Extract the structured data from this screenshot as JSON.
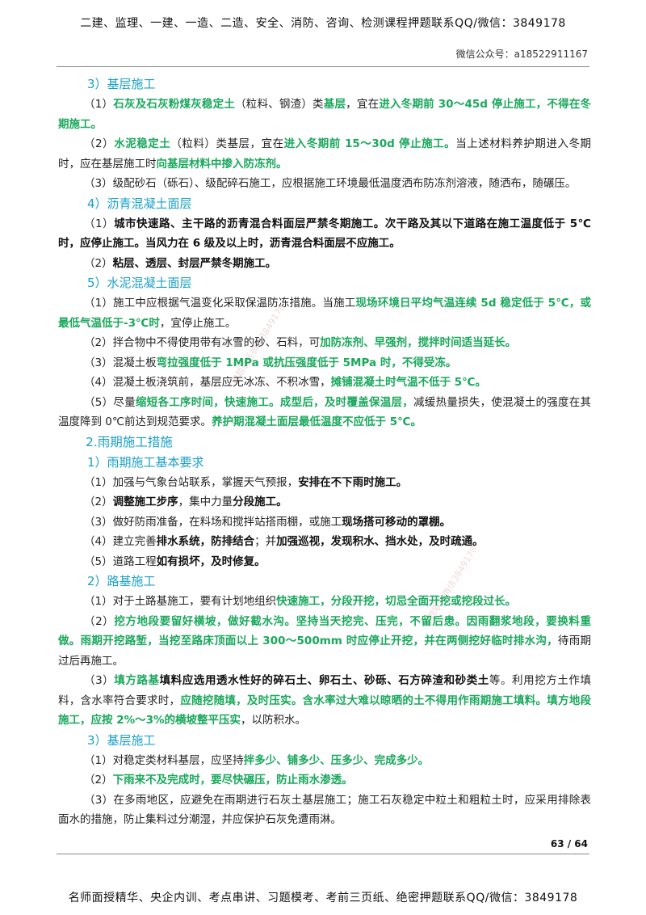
{
  "header": {
    "banner": "二建、监理、一建、一造、二造、安全、消防、咨询、检测课程押题联系QQ/微信：3849178",
    "wechat": "微信公众号：a18522911167"
  },
  "footer": {
    "page_number": "63 / 64",
    "banner": "名师面授精华、央企内训、考点串讲、习题模考、考前三页纸、绝密押题联系QQ/微信：3849178"
  },
  "watermarks": [
    {
      "text": "押题联系微信3849178"
    },
    {
      "text": "押题联系微信3849178"
    }
  ],
  "content": [
    {
      "kind": "sub",
      "text": "3）基层施工"
    },
    {
      "kind": "para",
      "runs": [
        {
          "t": "（1）"
        },
        {
          "t": "石灰及石灰粉煤灰稳定土",
          "s": "g"
        },
        {
          "t": "（粒料、钢渣）类"
        },
        {
          "t": "基层",
          "s": "g"
        },
        {
          "t": "，宜在"
        },
        {
          "t": "进入冬期前 30～45d 停止施工，不得在冬期施工。",
          "s": "g"
        }
      ]
    },
    {
      "kind": "para",
      "runs": [
        {
          "t": "（2）"
        },
        {
          "t": "水泥稳定土",
          "s": "g"
        },
        {
          "t": "（粒料）类基层，宜在"
        },
        {
          "t": "进入冬期前 15～30d 停止施工。",
          "s": "g"
        },
        {
          "t": "当上述材料养护期进入冬期时，应在基层施工时"
        },
        {
          "t": "向基层材料中掺入防冻剂。",
          "s": "g"
        }
      ]
    },
    {
      "kind": "para",
      "runs": [
        {
          "t": "（3）级配砂石（砾石）、级配碎石施工，应根据施工环境最低温度洒布防冻剂溶液，随洒布，随碾压。"
        }
      ]
    },
    {
      "kind": "sub",
      "text": "4）沥青混凝土面层"
    },
    {
      "kind": "para",
      "runs": [
        {
          "t": "（1）"
        },
        {
          "t": "城市快速路、主干路的沥青混合料面层严禁冬期施工。次干路及其以下道路在施工温度低于 5℃时，应停止施工。当风力在 6 级及以上时，沥青混合料面层不应施工。",
          "s": "b"
        }
      ]
    },
    {
      "kind": "para",
      "runs": [
        {
          "t": "（2）"
        },
        {
          "t": "粘层、透层、封层严禁冬期施工。",
          "s": "b"
        }
      ]
    },
    {
      "kind": "sub",
      "text": "5）水泥混凝土面层"
    },
    {
      "kind": "para",
      "runs": [
        {
          "t": "（1）施工中应根据气温变化采取保温防冻措施。当施工"
        },
        {
          "t": "现场环境日平均气温连续 5d 稳定低于 5℃，或最低气温低于-3℃时",
          "s": "g"
        },
        {
          "t": "，宜停止施工。"
        }
      ]
    },
    {
      "kind": "para",
      "runs": [
        {
          "t": "（2）拌合物中不得使用带有冰雪的砂、石料，可"
        },
        {
          "t": "加防冻剂、早强剂，搅拌时间适当延长。",
          "s": "g"
        }
      ]
    },
    {
      "kind": "para",
      "runs": [
        {
          "t": "（3）混凝土板"
        },
        {
          "t": "弯拉强度低于 1MPa 或抗压强度低于 5MPa 时，不得受冻。",
          "s": "g"
        }
      ]
    },
    {
      "kind": "para",
      "runs": [
        {
          "t": "（4）混凝土板浇筑前，基层应无冰冻、不积冰雪，"
        },
        {
          "t": "摊铺混凝土时气温不低于 5℃。",
          "s": "g"
        }
      ]
    },
    {
      "kind": "para",
      "runs": [
        {
          "t": "（5）尽量"
        },
        {
          "t": "缩短各工序时间，快速施工。成型后，及时覆盖保温层，",
          "s": "g"
        },
        {
          "t": "减缓热量损失，使混凝土的强度在其温度降到 0℃前达到规范要求。"
        },
        {
          "t": "养护期混凝土面层最低温度不应低于 5℃。",
          "s": "g"
        }
      ]
    },
    {
      "kind": "main",
      "text": "2.雨期施工措施"
    },
    {
      "kind": "sub",
      "text": "1）雨期施工基本要求"
    },
    {
      "kind": "para",
      "runs": [
        {
          "t": "（1）加强与气象台站联系，掌握天气预报，"
        },
        {
          "t": "安排在不下雨时施工。",
          "s": "b"
        }
      ]
    },
    {
      "kind": "para",
      "runs": [
        {
          "t": "（2）"
        },
        {
          "t": "调整施工步序",
          "s": "b"
        },
        {
          "t": "，集中力量"
        },
        {
          "t": "分段施工。",
          "s": "b"
        }
      ]
    },
    {
      "kind": "para",
      "runs": [
        {
          "t": "（3）做好防雨准备，在料场和搅拌站搭雨棚，或施工"
        },
        {
          "t": "现场搭可移动的罩棚。",
          "s": "b"
        }
      ]
    },
    {
      "kind": "para",
      "runs": [
        {
          "t": "（4）建立完善"
        },
        {
          "t": "排水系统，防排结合",
          "s": "b"
        },
        {
          "t": "；并"
        },
        {
          "t": "加强巡视，发现积水、挡水处，及时疏通。",
          "s": "b"
        }
      ]
    },
    {
      "kind": "para",
      "runs": [
        {
          "t": "（5）道路工程"
        },
        {
          "t": "如有损坏，及时修复。",
          "s": "b"
        }
      ]
    },
    {
      "kind": "sub",
      "text": "2）路基施工"
    },
    {
      "kind": "para",
      "runs": [
        {
          "t": "（1）对于土路基施工，要有计划地组织"
        },
        {
          "t": "快速施工，分段开挖，切忌全面开挖或挖段过长。",
          "s": "g"
        }
      ]
    },
    {
      "kind": "para",
      "runs": [
        {
          "t": "（2）"
        },
        {
          "t": "挖方地段要留好横坡，做好截水沟。坚持当天挖完、压完，不留后患。因雨翻浆地段，要换料重做。雨期开挖路堑，当挖至路床顶面以上 300～500mm 时应停止开挖，并在两侧挖好临时排水沟，",
          "s": "g"
        },
        {
          "t": "待雨期过后再施工。"
        }
      ]
    },
    {
      "kind": "para",
      "runs": [
        {
          "t": "（3）"
        },
        {
          "t": "填方路基",
          "s": "g"
        },
        {
          "t": "填料应选用透水性好的碎石土、卵石土、砂砾、石方碎渣和砂类土",
          "s": "b"
        },
        {
          "t": "等。利用挖方土作填料，含水率符合要求时，"
        },
        {
          "t": "应随挖随填，及时压实。含水率过大难以晾晒的土不得用作雨期施工填料。填方地段施工，应按 2%～3%的横坡整平压实",
          "s": "g"
        },
        {
          "t": "，以防积水。"
        }
      ]
    },
    {
      "kind": "sub",
      "text": "3）基层施工"
    },
    {
      "kind": "para",
      "runs": [
        {
          "t": "（1）对稳定类材料基层，应坚持"
        },
        {
          "t": "拌多少、铺多少、压多少、完成多少。",
          "s": "g"
        }
      ]
    },
    {
      "kind": "para",
      "runs": [
        {
          "t": "（2）"
        },
        {
          "t": "下雨来不及完成时，要尽快碾压，防止雨水渗透。",
          "s": "g"
        }
      ]
    },
    {
      "kind": "para",
      "runs": [
        {
          "t": "（3）在多雨地区，应避免在雨期进行石灰土基层施工；施工石灰稳定中粒土和粗粒土时，应采用排除表面水的措施，防止集料过分潮湿，并应保护石灰免遭雨淋。"
        }
      ]
    }
  ]
}
